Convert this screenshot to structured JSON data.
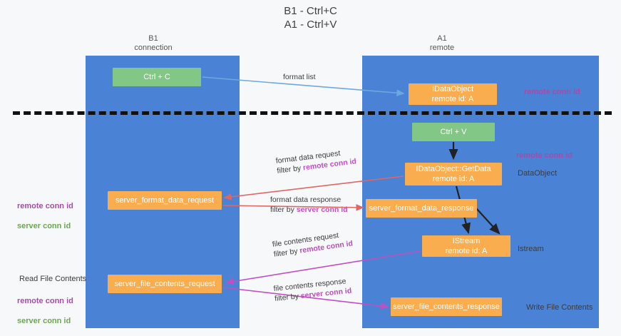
{
  "title": "B1 - Ctrl+C\nA1 - Ctrl+V",
  "columns": {
    "left": {
      "header": "B1\nconnection"
    },
    "right": {
      "header": "A1\nremote"
    }
  },
  "nodes": [
    {
      "id": "ctrl-c",
      "label": "Ctrl + C",
      "color": "#82c785"
    },
    {
      "id": "idataobject",
      "label": "IDataObject\nremote id: A",
      "color": "#f9ad4e"
    },
    {
      "id": "ctrl-v",
      "label": "Ctrl + V",
      "color": "#82c785"
    },
    {
      "id": "idataobject-getdata",
      "label": "IDataObject::GetData\nremote id: A",
      "color": "#f9ad4e"
    },
    {
      "id": "server-format-data-request",
      "label": "server_format_data_request",
      "color": "#f9ad4e"
    },
    {
      "id": "server-format-data-response",
      "label": "server_format_data_response",
      "color": "#f9ad4e"
    },
    {
      "id": "istream",
      "label": "IStream\nremote id: A",
      "color": "#f9ad4e"
    },
    {
      "id": "server-file-contents-request",
      "label": "server_file_contents_request",
      "color": "#f9ad4e"
    },
    {
      "id": "server-file-contents-response",
      "label": "server_file_contents_response",
      "color": "#f9ad4e"
    }
  ],
  "edges": [
    {
      "id": "format-list",
      "line1": "format list",
      "line2": "",
      "filter_key": ""
    },
    {
      "id": "format-data-request",
      "line1": "format data request",
      "line2_prefix": "filter by ",
      "filter_key": "remote conn id"
    },
    {
      "id": "format-data-response",
      "line1": "format data response",
      "line2_prefix": "filter by ",
      "filter_key": "server conn id"
    },
    {
      "id": "file-contents-request",
      "line1": "file contents request",
      "line2_prefix": "filter by ",
      "filter_key": "remote conn id"
    },
    {
      "id": "file-contents-response",
      "line1": "file contents response",
      "line2_prefix": "filter by ",
      "filter_key": "server conn id"
    }
  ],
  "side_labels": {
    "remote_conn_id_top": "remote conn id",
    "remote_conn_id_mid": "remote conn id",
    "dataobject": "DataObject",
    "istream": "Istream",
    "write_file_contents": "Write File Contents",
    "read_file_contents": "Read File Contents",
    "remote_conn_id_left": "remote conn id",
    "server_conn_id_left": "server conn id",
    "remote_conn_id_left2": "remote conn id",
    "server_conn_id_left2": "server conn id"
  },
  "colors": {
    "lane": "#4a82d6",
    "green_node": "#82c785",
    "orange_node": "#f9ad4e",
    "remote_conn": "#a64ca6",
    "server_conn": "#6aa84f",
    "arrow_blue": "#6fa8dc",
    "arrow_red": "#e06666",
    "arrow_magenta": "#c14fc1",
    "arrow_dark": "#222222",
    "background": "#f7f8f9"
  }
}
